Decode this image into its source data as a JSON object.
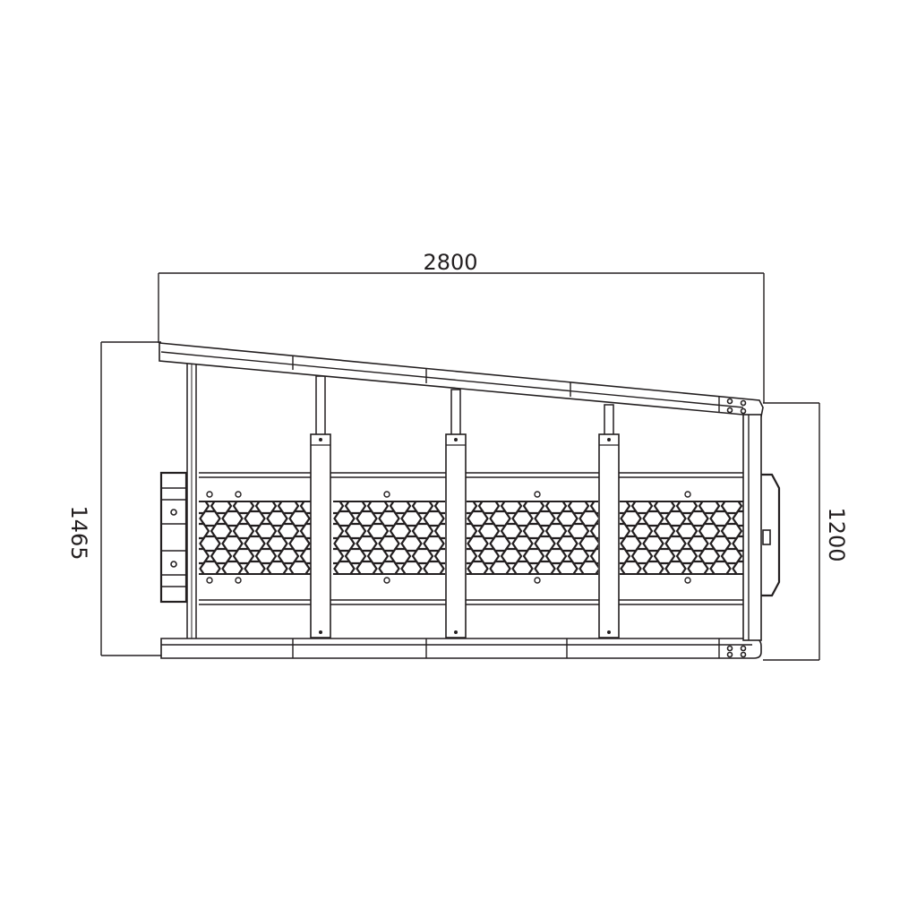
{
  "drawing": {
    "dimensions": {
      "width_label": "2800",
      "height_label": "1465",
      "depth_label": "1200"
    },
    "colors": {
      "line": "#231f20",
      "background": "#ffffff"
    }
  }
}
